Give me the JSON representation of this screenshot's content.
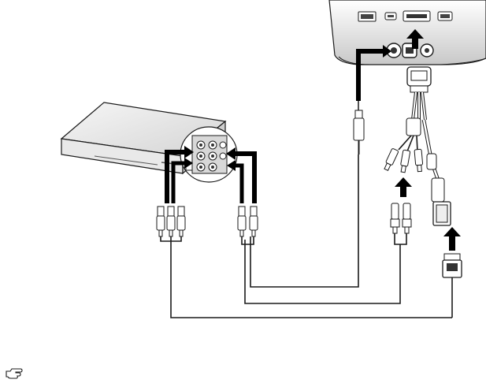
{
  "diagram": {
    "devices": [
      {
        "id": "projector",
        "name": "projector-rear-panel"
      },
      {
        "id": "source",
        "name": "av-source-device"
      },
      {
        "id": "source-panel",
        "name": "source-output-jack-panel"
      }
    ],
    "connectors": [
      {
        "id": "audio-mini-plug",
        "name": "audio-mini-jack-plug"
      },
      {
        "id": "vga-plug",
        "name": "vga-d-sub-plug"
      },
      {
        "id": "vga-adapter",
        "name": "component-to-vga-adapter"
      },
      {
        "id": "rca-triple",
        "name": "component-rca-plugs"
      },
      {
        "id": "rca-audio-left",
        "name": "audio-rca-plugs"
      },
      {
        "id": "rca-triple-right",
        "name": "adapter-rca-plugs"
      }
    ],
    "arrows": [
      {
        "id": "arrow-projector-input"
      },
      {
        "id": "arrow-source-left"
      },
      {
        "id": "arrow-source-right"
      },
      {
        "id": "arrow-adapter-rca"
      },
      {
        "id": "arrow-vga"
      }
    ],
    "colors": {
      "line": "#1a1a1a",
      "device_fill": "#f2f2f2",
      "device_shade": "#b8b8b8",
      "arrow": "#000000"
    }
  },
  "note": {
    "icon": "hand-pointing-icon"
  }
}
